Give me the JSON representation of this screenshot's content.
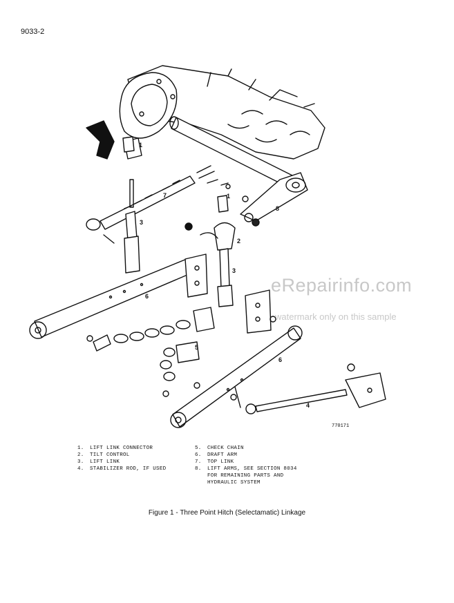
{
  "page_number": "9033-2",
  "figure": {
    "code": "770171",
    "callouts": [
      {
        "id": "c1",
        "label": "1"
      },
      {
        "id": "c1b",
        "label": "1"
      },
      {
        "id": "c2",
        "label": "2"
      },
      {
        "id": "c3",
        "label": "3"
      },
      {
        "id": "c3b",
        "label": "3"
      },
      {
        "id": "c4",
        "label": "4"
      },
      {
        "id": "c5",
        "label": "5"
      },
      {
        "id": "c6",
        "label": "6"
      },
      {
        "id": "c6b",
        "label": "6"
      },
      {
        "id": "c7",
        "label": "7"
      },
      {
        "id": "c8",
        "label": "8"
      }
    ]
  },
  "watermark": {
    "site": "eRepairinfo.com",
    "note": "watermark only on this sample"
  },
  "legend": {
    "left": [
      {
        "num": "1.",
        "lines": [
          "LIFT LINK CONNECTOR"
        ]
      },
      {
        "num": "2.",
        "lines": [
          "TILT CONTROL"
        ]
      },
      {
        "num": "3.",
        "lines": [
          "LIFT LINK"
        ]
      },
      {
        "num": "4.",
        "lines": [
          "STABILIZER ROD, IF USED"
        ]
      }
    ],
    "right": [
      {
        "num": "5.",
        "lines": [
          "CHECK CHAIN"
        ]
      },
      {
        "num": "6.",
        "lines": [
          "DRAFT ARM"
        ]
      },
      {
        "num": "7.",
        "lines": [
          "TOP LINK"
        ]
      },
      {
        "num": "8.",
        "lines": [
          "LIFT ARMS, SEE SECTION 8034",
          "FOR REMAINING PARTS AND",
          "HYDRAULIC SYSTEM"
        ]
      }
    ]
  },
  "caption": "Figure 1 - Three Point Hitch (Selectamatic) Linkage"
}
